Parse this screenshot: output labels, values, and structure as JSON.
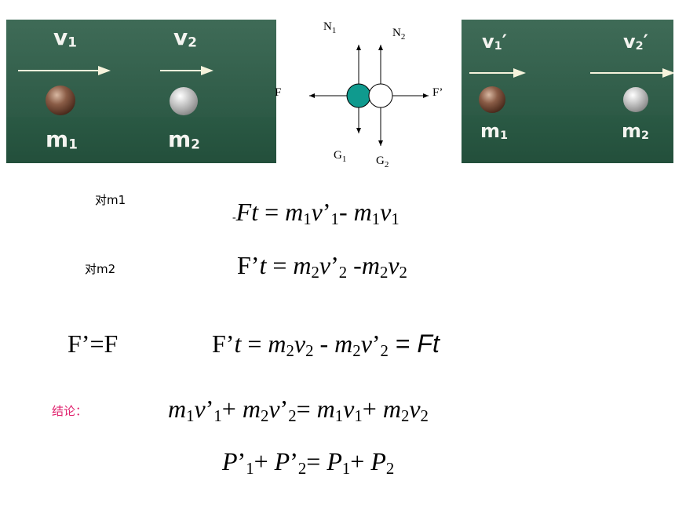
{
  "panel_before": {
    "v1": "v",
    "v1_sub": "1",
    "v2": "v",
    "v2_sub": "2",
    "m1": "m",
    "m1_sub": "1",
    "m2": "m",
    "m2_sub": "2"
  },
  "panel_after": {
    "v1": "v",
    "v1_sub": "1",
    "v1_mark": "′",
    "v2": "v",
    "v2_sub": "2",
    "v2_mark": "′",
    "m1": "m",
    "m1_sub": "1",
    "m2": "m",
    "m2_sub": "2"
  },
  "diagram": {
    "n1": "N",
    "n1_sub": "1",
    "n2": "N",
    "n2_sub": "2",
    "f": "F",
    "fp": "F’",
    "g1": "G",
    "g1_sub": "1",
    "g2": "G",
    "g2_sub": "2",
    "ball_left_color": "#0f9a8e",
    "ball_right_color": "#ffffff"
  },
  "labels": {
    "for_m1": "对m1",
    "for_m2": "对m2",
    "conclusion": "结论：",
    "f_equal": "F’=F"
  },
  "eq1": {
    "minus": "-",
    "lhs": "Ft",
    "eq": " = ",
    "m": "m",
    "sub1": "1",
    "v": "v",
    "prime": "’",
    "sub1b": "1",
    "minus2": "- ",
    "m2": "m",
    "sub2": "1",
    "v2": "v",
    "sub3": "1"
  },
  "eq2": {
    "fp": "F’",
    "t": "t",
    "eq": " = ",
    "m": "m",
    "s1": "2",
    "v": "v",
    "prime": "’",
    "s2": "2",
    "minus": " -",
    "m2": "m",
    "s3": "2",
    "v2": "v",
    "s4": "2"
  },
  "eq3": {
    "fp": "F’",
    "t": "t",
    "eq": " = ",
    "m": "m",
    "s1": "2",
    "v": "v",
    "s2": "2",
    "minus": " - ",
    "m2": "m",
    "s3": "2",
    "v2": "v",
    "prime": "’",
    "s4": "2",
    "tail_eq": " = ",
    "ft": "Ft"
  },
  "eq4": {
    "m": "m",
    "s1": "1",
    "v": "v",
    "p": "’",
    "s2": "1",
    "plus": "+ ",
    "m2": "m",
    "s3": "2",
    "v2": "v",
    "p2": "’",
    "s4": "2",
    "eq": "= ",
    "m3": "m",
    "s5": "1",
    "v3": "v",
    "s6": "1",
    "plus2": "+ ",
    "m4": "m",
    "s7": "2",
    "v4": "v",
    "s8": "2"
  },
  "eq5": {
    "P": "P",
    "p": "’",
    "s1": "1",
    "plus": "+ ",
    "P2": "P",
    "p2": "’",
    "s2": "2",
    "eq": "= ",
    "P3": "P",
    "s3": "1",
    "plus2": "+ ",
    "P4": "P",
    "s4": "2"
  },
  "colors": {
    "conclusion": "#e0226e",
    "panel_top": "#3f6b57",
    "panel_bottom": "#244f3b",
    "arrow": "#f6f3dc"
  }
}
